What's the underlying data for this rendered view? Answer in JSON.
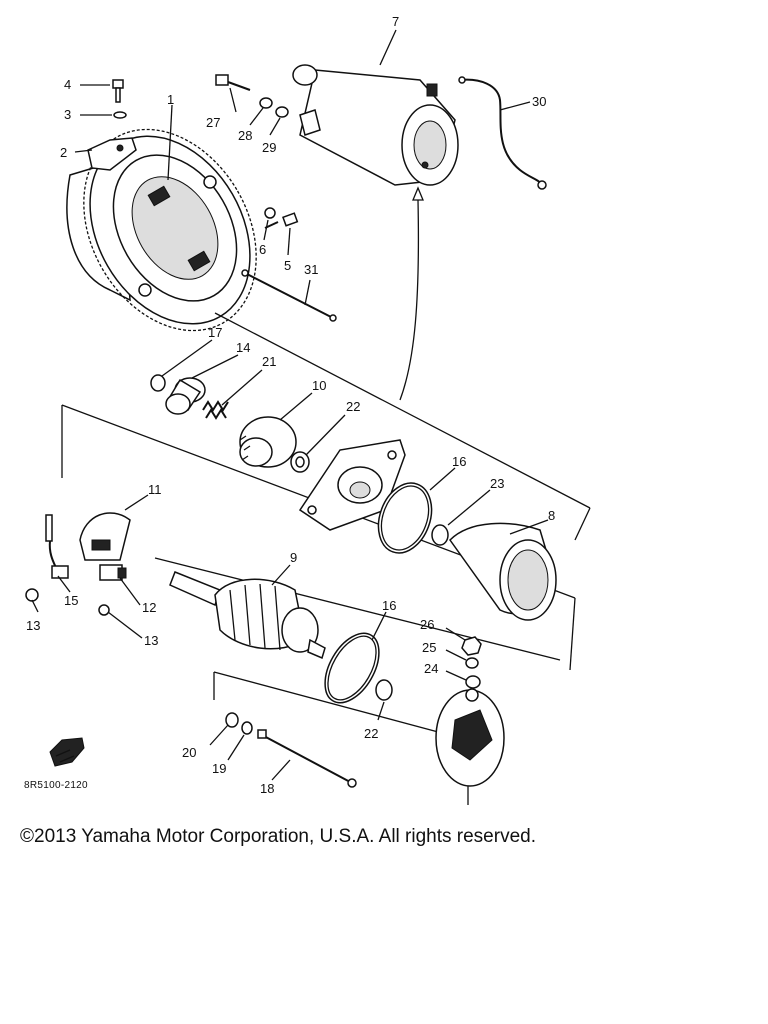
{
  "callouts": {
    "c1": "1",
    "c2": "2",
    "c3": "3",
    "c4": "4",
    "c5": "5",
    "c6": "6",
    "c7": "7",
    "c8": "8",
    "c9": "9",
    "c10": "10",
    "c11": "11",
    "c12": "12",
    "c13a": "13",
    "c13b": "13",
    "c14": "14",
    "c15": "15",
    "c16a": "16",
    "c16b": "16",
    "c17": "17",
    "c18": "18",
    "c19": "19",
    "c20": "20",
    "c21": "21",
    "c22a": "22",
    "c22b": "22",
    "c23": "23",
    "c24": "24",
    "c25": "25",
    "c26": "26",
    "c27": "27",
    "c28": "28",
    "c29": "29",
    "c30": "30",
    "c31": "31"
  },
  "diagram_code": "8R5100-2120",
  "copyright": "©2013 Yamaha Motor Corporation, U.S.A. All rights reserved."
}
